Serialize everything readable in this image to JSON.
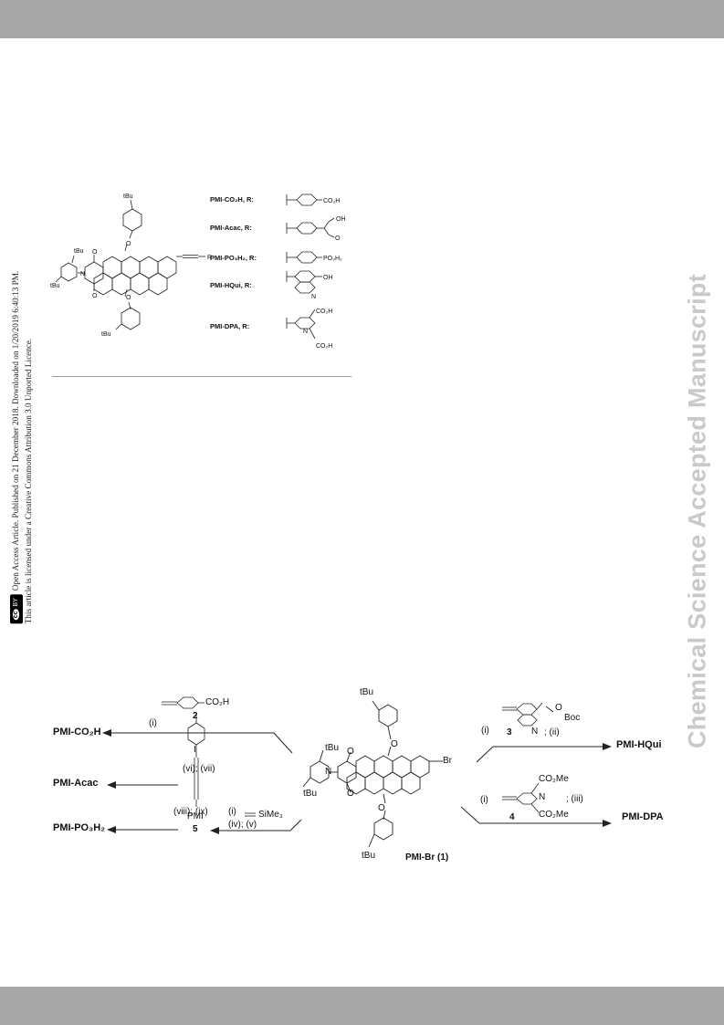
{
  "watermark": "Chemical Science Accepted Manuscript",
  "sidebar": {
    "cc_label": "cc",
    "by_label": "BY",
    "line1": "Open Access Article. Published on 21 December 2018. Downloaded on 1/20/2019 6:40:13 PM.",
    "line2": "This article is licensed under a Creative Commons Attribution 3.0 Unported Licence."
  },
  "figure1": {
    "tbu": "tBu",
    "O": "O",
    "N": "N",
    "R": "R",
    "rows": [
      {
        "label": "PMI-CO₂H, R:",
        "group": "CO₂H"
      },
      {
        "label": "PMI-Acac, R:",
        "group": "OH / O"
      },
      {
        "label": "PMI-PO₃H₂, R:",
        "group": "PO₃H₂"
      },
      {
        "label": "PMI-HQui, R:",
        "group": "OH / N"
      },
      {
        "label": "PMI-DPA, R:",
        "group": "CO₂H / N / CO₂H"
      }
    ],
    "groups": {
      "co2h": "CO₂H",
      "oh": "OH",
      "o": "O",
      "po3h2": "PO₃H₂",
      "n": "N"
    }
  },
  "scheme": {
    "products_left": [
      "PMI-CO₂H",
      "PMI-Acac",
      "PMI-PO₃H₂"
    ],
    "products_right": [
      "PMI-HQui",
      "PMI-DPA"
    ],
    "reagents": {
      "r1": "(i)",
      "r_vi_vii": "(vi); (vii)",
      "r_viii_ix": "(viii); (ix)",
      "r_i_tms": "(i)",
      "tms": "SiMe₃",
      "r_iv_v": "(iv); (v)",
      "r_i_3": "(i)",
      "r_ii": "; (ii)",
      "r_i_4": "(i)",
      "r_iii": "; (iii)"
    },
    "compounds": {
      "c2": "2",
      "c3": "3",
      "c4": "4",
      "c5": "5",
      "co2h": "CO₂H",
      "boc": "Boc",
      "oBoc": "O",
      "co2me": "CO₂Me",
      "n": "N",
      "I": "I",
      "pmi": "PMI",
      "br": "Br",
      "start": "PMI-Br (1)"
    },
    "tbu": "tBu",
    "O": "O",
    "N": "N"
  }
}
